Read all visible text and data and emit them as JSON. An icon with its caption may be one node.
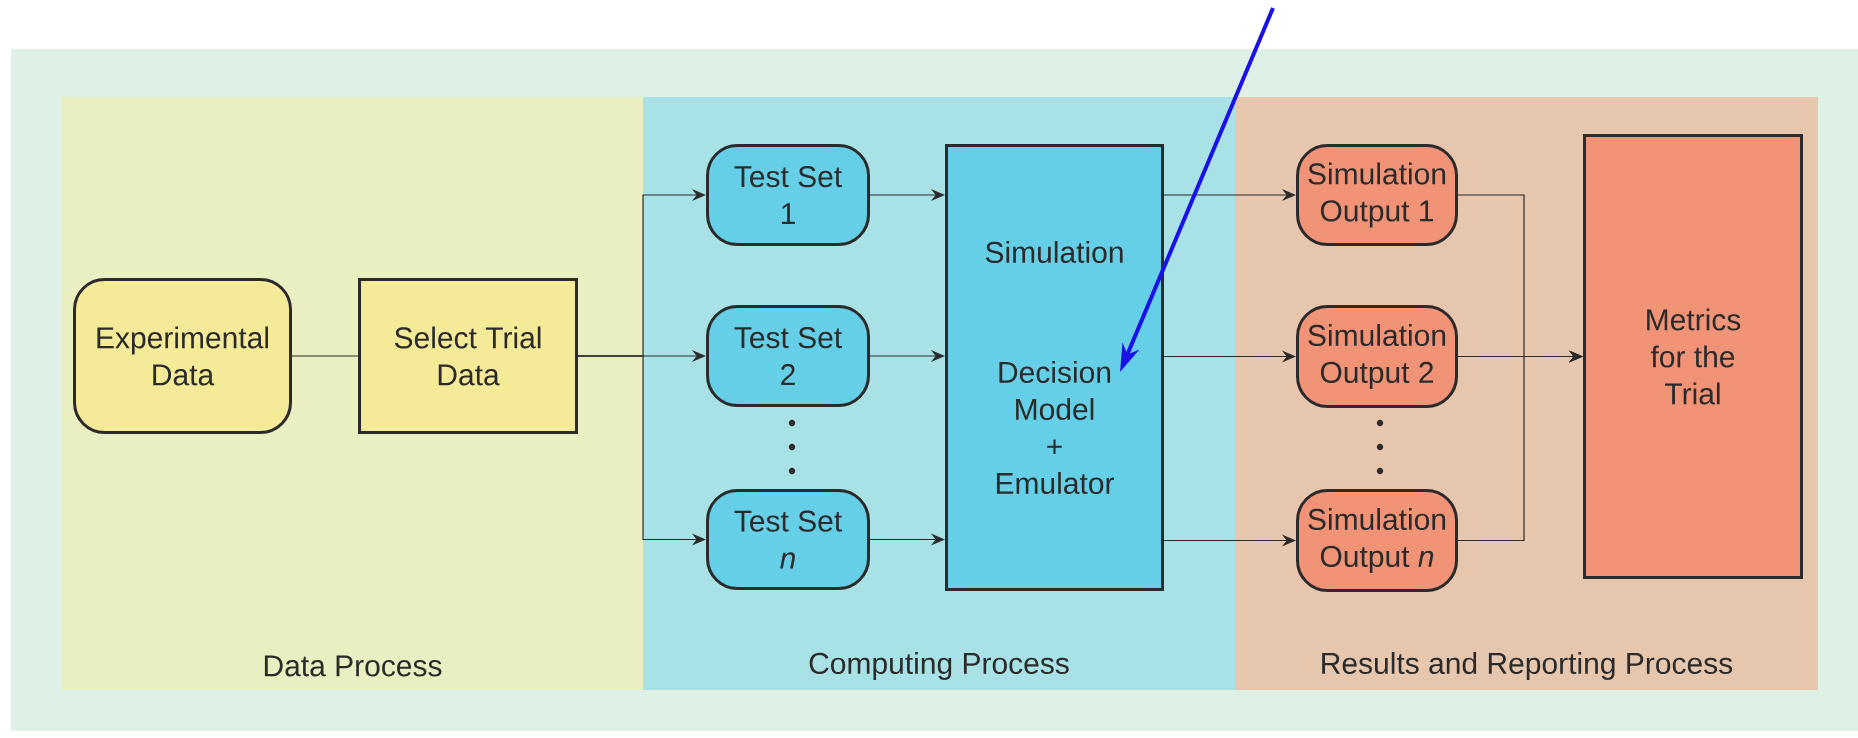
{
  "diagram": {
    "nodes": [
      {
        "text": [
          "Data Process"
        ]
      },
      {
        "text": [
          "Computing Process"
        ]
      },
      {
        "text": [
          "Results and Reporting Process"
        ]
      },
      {
        "text": [
          "Experimental Data"
        ],
        "in": 0
      },
      {
        "text": [
          "Select Trial Data"
        ],
        "in": 0
      },
      {
        "text": [
          "Test Set 1"
        ],
        "in": 1
      },
      {
        "text": [
          "Test Set 2"
        ],
        "in": 1
      },
      {
        "text": [
          "Test Set *n*"
        ],
        "in": 1
      },
      {
        "text": [
          "Simulation",
          "Decision Model + Emulator"
        ],
        "in": 1
      },
      {
        "text": [
          "Simulation Output 1"
        ],
        "in": 2
      },
      {
        "text": [
          "Simulation Output 2"
        ],
        "in": 2
      },
      {
        "text": [
          "Simulation Output *n*"
        ],
        "in": 2
      },
      {
        "text": [
          "Metrics for the Trial"
        ],
        "in": 2
      }
    ],
    "edges": [
      {
        "from": 3,
        "to": 4,
        "arrow": "none"
      },
      {
        "from": 4,
        "to": 5,
        "arrow": "to"
      },
      {
        "from": 4,
        "to": 6,
        "arrow": "to"
      },
      {
        "from": 4,
        "to": 7,
        "arrow": "to"
      },
      {
        "from": 5,
        "to": 8,
        "arrow": "to"
      },
      {
        "from": 6,
        "to": 8,
        "arrow": "to"
      },
      {
        "from": 7,
        "to": 8,
        "arrow": "to"
      },
      {
        "from": 8,
        "to": 9,
        "arrow": "to"
      },
      {
        "from": 8,
        "to": 10,
        "arrow": "to"
      },
      {
        "from": 8,
        "to": 11,
        "arrow": "to"
      },
      {
        "from": 9,
        "to": 12,
        "arrow": "to"
      },
      {
        "from": 10,
        "to": 12,
        "arrow": "to"
      },
      {
        "from": 11,
        "to": 12,
        "arrow": "to"
      },
      {
        "from": null,
        "to": 8,
        "arrow": "to",
        "style": "thick",
        "color": "#1a10e8"
      }
    ]
  }
}
